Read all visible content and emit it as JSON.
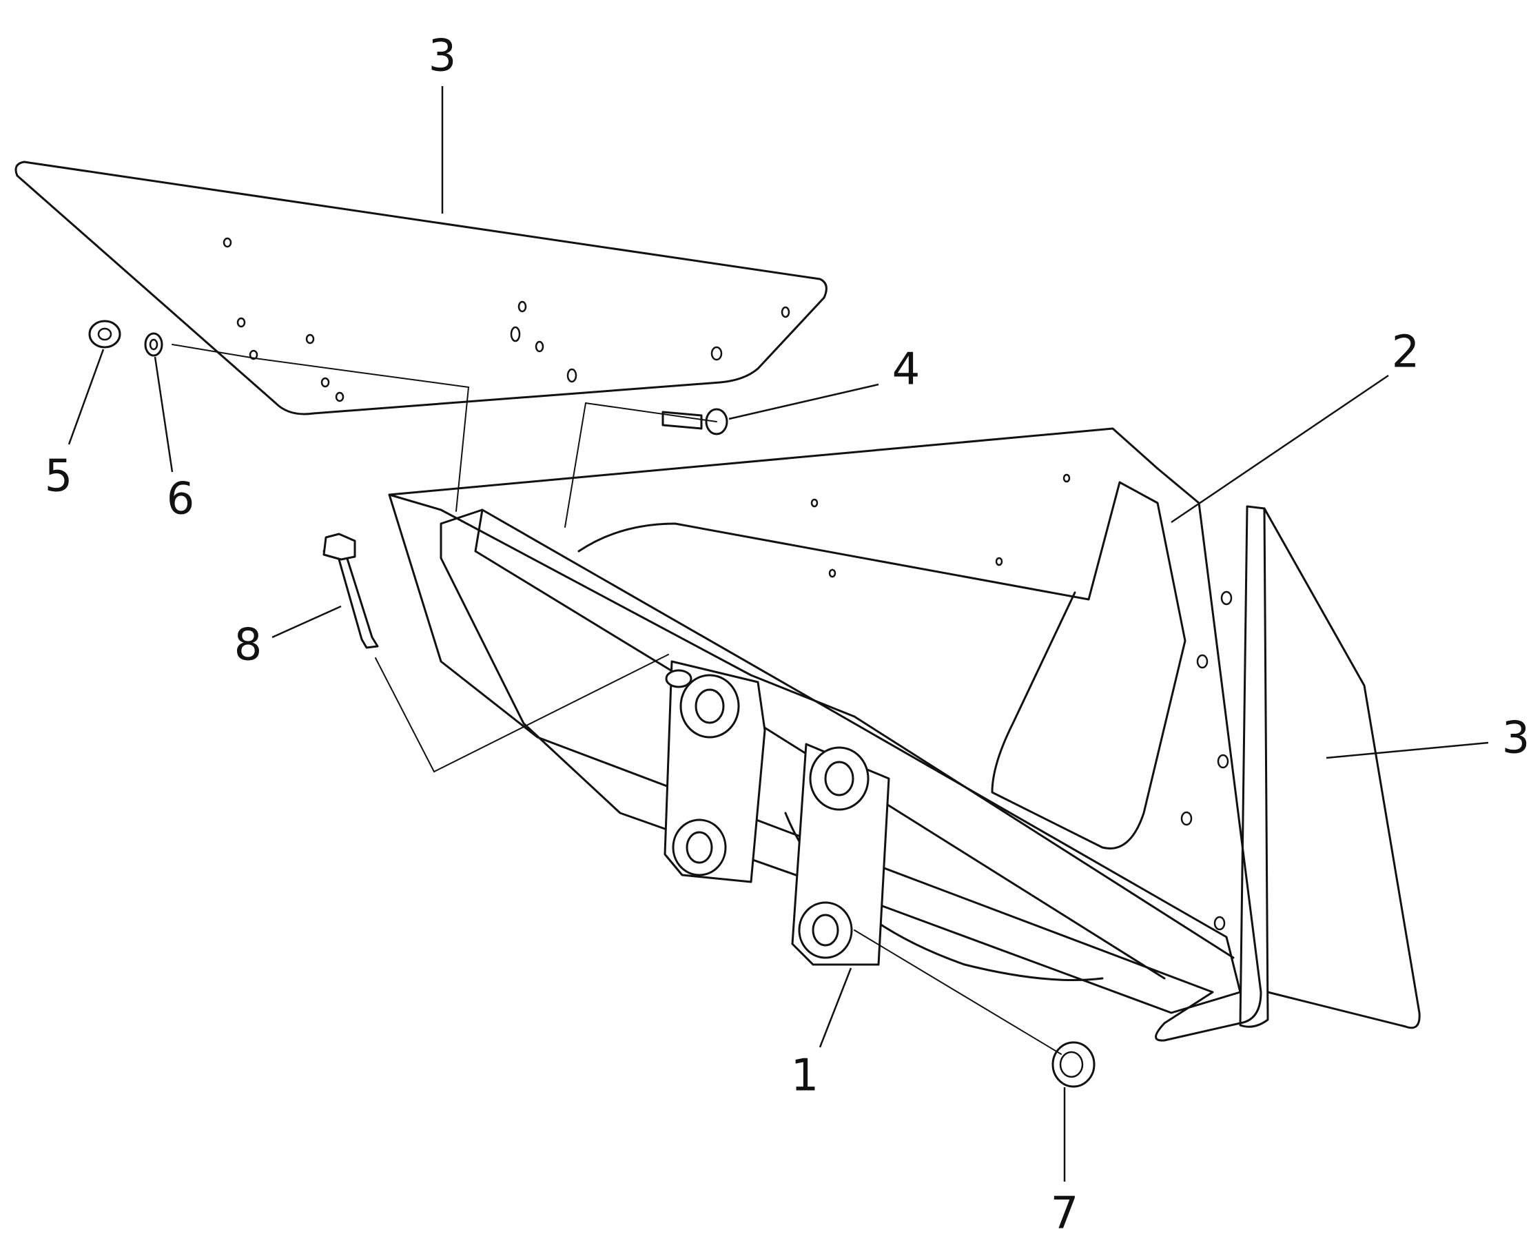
{
  "diagram": {
    "callouts": [
      {
        "id": "c1",
        "label": "1"
      },
      {
        "id": "c2",
        "label": "2"
      },
      {
        "id": "c3a",
        "label": "3"
      },
      {
        "id": "c3b",
        "label": "3"
      },
      {
        "id": "c4",
        "label": "4"
      },
      {
        "id": "c5",
        "label": "5"
      },
      {
        "id": "c6",
        "label": "6"
      },
      {
        "id": "c7",
        "label": "7"
      },
      {
        "id": "c8",
        "label": "8"
      }
    ]
  }
}
